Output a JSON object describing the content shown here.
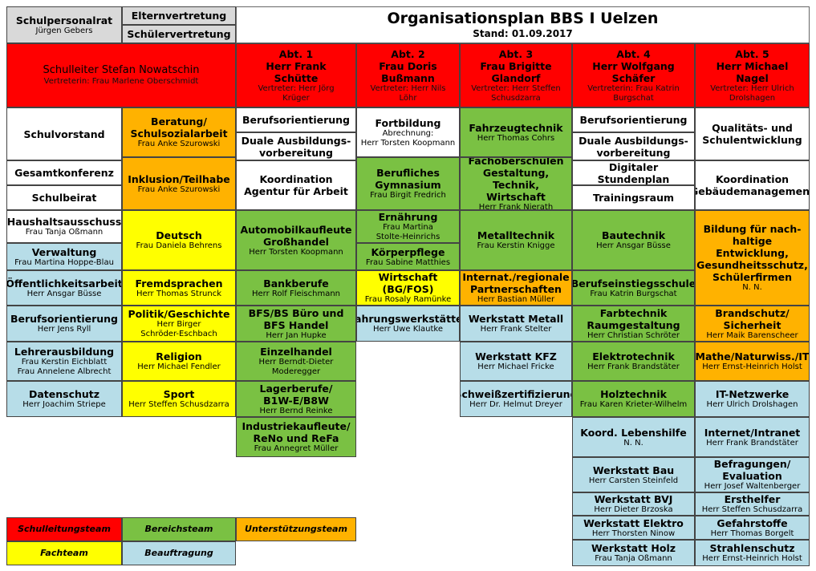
{
  "header": {
    "title": "Organisationsplan BBS I Uelzen",
    "stand": "Stand: 01.09.2017",
    "personalrat": {
      "title": "Schulpersonalrat",
      "name": "Jürgen Gebers"
    },
    "eltern": "Elternvertretung",
    "schueler": "Schülervertretung"
  },
  "leitung": {
    "title": "Schulleiter Stefan Nowatschin",
    "sub": "Vertreterin: Frau Marlene Oberschmidt"
  },
  "abt": [
    {
      "title": "Abt. 1\nHerr Frank\nSchütte",
      "sub": "Vertreter: Herr Jörg\nKrüger"
    },
    {
      "title": "Abt. 2\nFrau Doris\nBußmann",
      "sub": "Vertreter: Herr Nils\nLöhr"
    },
    {
      "title": "Abt. 3\nFrau Brigitte\nGlandorf",
      "sub": "Vertreter: Herr Steffen\nSchusdzarra"
    },
    {
      "title": "Abt. 4\nHerr Wolfgang\nSchäfer",
      "sub": "Vertreterin: Frau Katrin\nBurgschat"
    },
    {
      "title": "Abt. 5\nHerr Michael\nNagel",
      "sub": "Vertreter: Herr Ulrich\nDroIshagen"
    }
  ],
  "col0": [
    {
      "title": "Schulvorstand"
    },
    {
      "title": "Gesamtkonferenz"
    },
    {
      "title": "Schulbeirat"
    },
    {
      "title": "Haushaltsausschuss",
      "sub": "Frau Tanja Oßmann"
    },
    {
      "title": "Verwaltung",
      "sub": "Frau Martina Hoppe-Blau"
    },
    {
      "title": "Öffentlichkeitsarbeit",
      "sub": "Herr Ansgar Büsse"
    },
    {
      "title": "Berufsorientierung",
      "sub": "Herr Jens Ryll"
    },
    {
      "title": "Lehrerausbildung",
      "sub": "Frau Kerstin Eichblatt\nFrau Annelene Albrecht"
    },
    {
      "title": "Datenschutz",
      "sub": "Herr Joachim Striepe"
    }
  ],
  "col1": [
    {
      "title": "Beratung/\nSchulsozialarbeit",
      "sub": "Frau Anke Szurowski"
    },
    {
      "title": "Inklusion/Teilhabe",
      "sub": "Frau Anke Szurowski"
    },
    {
      "title": "Deutsch",
      "sub": "Frau Daniela Behrens"
    },
    {
      "title": "Fremdsprachen",
      "sub": "Herr Thomas Strunck"
    },
    {
      "title": "Politik/Geschichte",
      "sub": "Herr Birger\nSchröder-Eschbach"
    },
    {
      "title": "Religion",
      "sub": "Herr Michael Fendler"
    },
    {
      "title": "Sport",
      "sub": "Herr Steffen Schusdzarra"
    }
  ],
  "col2": [
    {
      "title": "Berufsorientierung"
    },
    {
      "title": "Duale Ausbildungs-\nvorbereitung"
    },
    {
      "title": "Koordination\nAgentur für Arbeit"
    },
    {
      "title": "Automobilkaufleute\nGroßhandel",
      "sub": "Herr Torsten Koopmann"
    },
    {
      "title": "Bankberufe",
      "sub": "Herr Rolf Fleischmann"
    },
    {
      "title": "BFS/BS Büro und\nBFS Handel",
      "sub": "Herr Jan Hupke"
    },
    {
      "title": "Einzelhandel",
      "sub": "Herr Berndt-Dieter\nModeregger"
    },
    {
      "title": "Lagerberufe/\nB1W-E/B8W",
      "sub": "Herr Bernd Reinke"
    },
    {
      "title": "Industriekaufleute/\nReNo und ReFa",
      "sub": "Frau Annegret Müller"
    }
  ],
  "col3": [
    {
      "title": "Fortbildung",
      "sub": "Abrechnung:\nHerr Torsten Koopmann"
    },
    {
      "title": "Berufliches\nGymnasium",
      "sub": "Frau Birgit Fredrich"
    },
    {
      "title": "Ernährung",
      "sub": "Frau Martina\nStolte-Heinrichs"
    },
    {
      "title": "Körperpflege",
      "sub": "Frau Sabine Matthies"
    },
    {
      "title": "Wirtschaft\n(BG/FOS)",
      "sub": "Frau Rosaly Ramünke"
    },
    {
      "title": "Nahrungswerkstätten",
      "sub": "Herr Uwe Klautke"
    }
  ],
  "col4": [
    {
      "title": "Fahrzeugtechnik",
      "sub": "Herr Thomas Cohrs"
    },
    {
      "title": "Fachoberschulen\nGestaltung,\nTechnik, Wirtschaft",
      "sub": "Herr Frank Nierath"
    },
    {
      "title": "Metalltechnik",
      "sub": "Frau Kerstin Knigge"
    },
    {
      "title": "Internat./regionale\nPartnerschaften",
      "sub": "Herr Bastian Müller"
    },
    {
      "title": "Werkstatt Metall",
      "sub": "Herr Frank Stelter"
    },
    {
      "title": "Werkstatt KFZ",
      "sub": "Herr Michael Fricke"
    },
    {
      "title": "Schweißzertifizierung",
      "sub": "Herr Dr. Helmut Dreyer"
    }
  ],
  "col5": [
    {
      "title": "Berufsorientierung"
    },
    {
      "title": "Duale Ausbildungs-\nvorbereitung"
    },
    {
      "title": "Digitaler\nStundenplan"
    },
    {
      "title": "Trainingsraum"
    },
    {
      "title": "Bautechnik",
      "sub": "Herr Ansgar Büsse"
    },
    {
      "title": "Berufseinstiegsschule",
      "sub": "Frau Katrin Burgschat"
    },
    {
      "title": "Farbtechnik\nRaumgestaltung",
      "sub": "Herr Christian Schröter"
    },
    {
      "title": "Elektrotechnik",
      "sub": "Herr Frank Brandstäter"
    },
    {
      "title": "Holztechnik",
      "sub": "Frau Karen Krieter-Wilhelm"
    },
    {
      "title": "Koord. Lebenshilfe",
      "sub": "N. N."
    },
    {
      "title": "Werkstatt Bau",
      "sub": "Herr Carsten Steinfeld"
    },
    {
      "title": "Werkstatt BVJ",
      "sub": "Herr Dieter Brzoska"
    },
    {
      "title": "Werkstatt Elektro",
      "sub": "Herr Thorsten Ninow"
    },
    {
      "title": "Werkstatt Holz",
      "sub": "Frau Tanja Oßmann"
    }
  ],
  "col6": [
    {
      "title": "Qualitäts- und\nSchulentwicklung"
    },
    {
      "title": "Koordination\nGebäudemanagement"
    },
    {
      "title": "Bildung für nach-\nhaltige Entwicklung,\nGesundheitsschutz,\nSchülerfirmen",
      "sub": "N. N."
    },
    {
      "title": "Brandschutz/\nSicherheit",
      "sub": "Herr Maik Barenscheer"
    },
    {
      "title": "Mathe/Naturwiss./IT",
      "sub": "Herr Ernst-Heinrich Holst"
    },
    {
      "title": "IT-Netzwerke",
      "sub": "Herr Ulrich Drolshagen"
    },
    {
      "title": "Internet/Intranet",
      "sub": "Herr Frank Brandstäter"
    },
    {
      "title": "Befragungen/\nEvaluation",
      "sub": "Herr Josef Waltenberger"
    },
    {
      "title": "Ersthelfer",
      "sub": "Herr Steffen Schusdzarra"
    },
    {
      "title": "Gefahrstoffe",
      "sub": "Herr Thomas Borgelt"
    },
    {
      "title": "Strahlenschutz",
      "sub": "Herr Ernst-Heinrich Holst"
    }
  ],
  "legend": {
    "schulleitungsteam": "Schulleitungsteam",
    "bereichsteam": "Bereichsteam",
    "unterstuetzungsteam": "Unterstützungsteam",
    "fachteam": "Fachteam",
    "beauftragung": "Beauftragung"
  },
  "colors": {
    "red": "#ff0000",
    "green": "#7ac143",
    "yellow": "#ffff00",
    "orange": "#ffb200",
    "blue": "#b7dde8"
  }
}
